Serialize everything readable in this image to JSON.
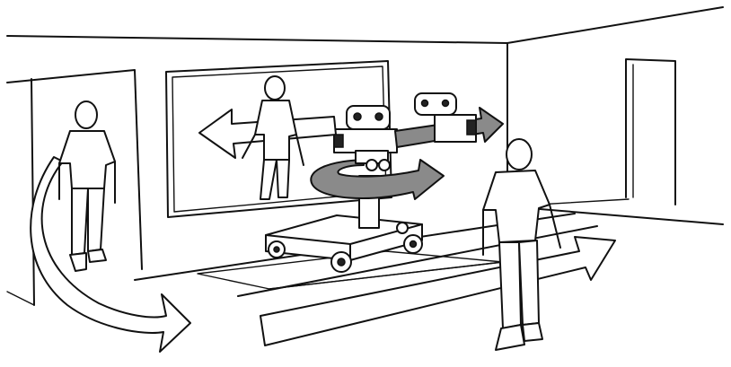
{
  "scene": {
    "kind": "line-drawing",
    "subject": "camera-dolly-tracking-shot",
    "elements": [
      "room",
      "window-panel",
      "doorway-left",
      "doorway-right",
      "dolly-track",
      "camera-dolly",
      "camera",
      "person-entering",
      "person-reflected",
      "person-walking",
      "movement-arrows"
    ]
  },
  "colors": {
    "line": "#111111",
    "background": "#ffffff",
    "arrow_shade": "#8a8a8a"
  }
}
